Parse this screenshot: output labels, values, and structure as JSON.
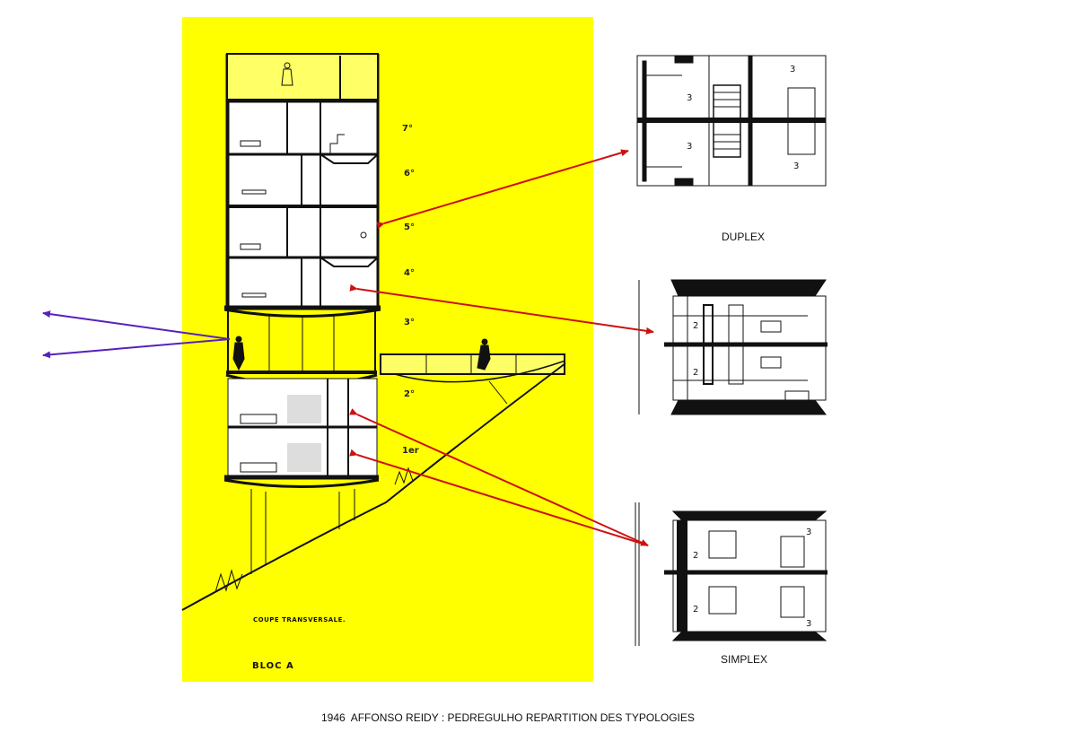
{
  "section": {
    "caption": "COUPE TRANSVERSALE.",
    "block_label": "BLOC A",
    "floors": [
      "7°",
      "6°",
      "5°",
      "4°",
      "3°",
      "2°",
      "1er"
    ]
  },
  "plans": {
    "duplex_label": "DUPLEX",
    "simplex_label": "SIMPLEX",
    "plan_numbers": [
      "3",
      "2"
    ]
  },
  "footer": {
    "title": "1946  AFFONSO REIDY : PEDREGULHO REPARTITION DES TYPOLOGIES"
  },
  "colors": {
    "section_background": "#ffff00",
    "arrow_red": "#cc1111",
    "arrow_purple": "#5522bb",
    "ink": "#111111"
  }
}
